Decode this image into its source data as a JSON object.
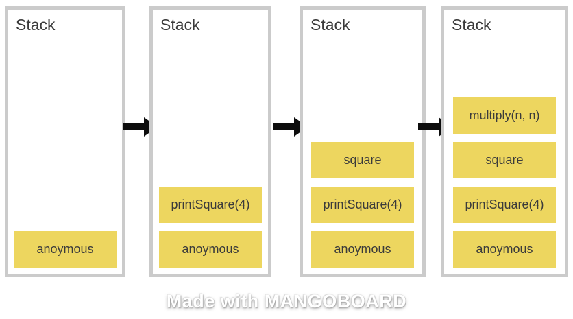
{
  "panels": [
    {
      "title": "Stack",
      "frames": [
        "anoymous"
      ]
    },
    {
      "title": "Stack",
      "frames": [
        "printSquare(4)",
        "anoymous"
      ]
    },
    {
      "title": "Stack",
      "frames": [
        "square",
        "printSquare(4)",
        "anoymous"
      ]
    },
    {
      "title": "Stack",
      "frames": [
        "multiply(n, n)",
        "square",
        "printSquare(4)",
        "anoymous"
      ]
    }
  ],
  "arrows": {
    "count": 3,
    "direction": "right"
  },
  "watermark": "Made with MANGOBOARD",
  "colors": {
    "frame_fill": "#edd65f",
    "frame_text": "#3b3b3b",
    "panel_border": "#cbcbcb",
    "panel_bg": "#ffffff",
    "title_text": "#3a3a3a",
    "arrow": "#0d0d0d",
    "watermark_text": "#ffffff"
  }
}
